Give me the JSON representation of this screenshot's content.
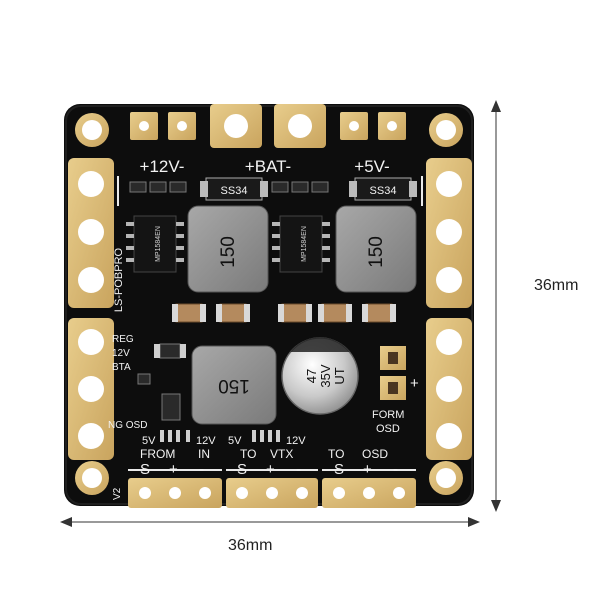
{
  "board": {
    "labels": {
      "v12": "+12V-",
      "bat": "+BAT-",
      "v5": "+5V-",
      "model": "LS-POBPRO",
      "reg": "REG",
      "reg_v": "12V",
      "bta": "BTA",
      "ng_osd": "NG OSD",
      "from": "FROM",
      "in": "IN",
      "to_vtx": "TO",
      "vtx": "VTX",
      "to_osd": "TO",
      "osd": "OSD",
      "form": "FORM",
      "form_osd": "OSD",
      "v5a": "5V",
      "v12a": "12V",
      "v5b": "5V",
      "v12b": "12V",
      "s": "S",
      "plus": "+",
      "minus": "-",
      "v2": "V2"
    },
    "diodes": [
      "SS34",
      "SS34"
    ],
    "inductors": [
      "150",
      "150",
      "150"
    ],
    "ic_marks": [
      "MP1584EN",
      "MP1584EN"
    ],
    "capacitor": {
      "line1": "47",
      "line2": "35V",
      "line3": "UT"
    }
  },
  "dimensions": {
    "height": "36mm",
    "width": "36mm"
  }
}
